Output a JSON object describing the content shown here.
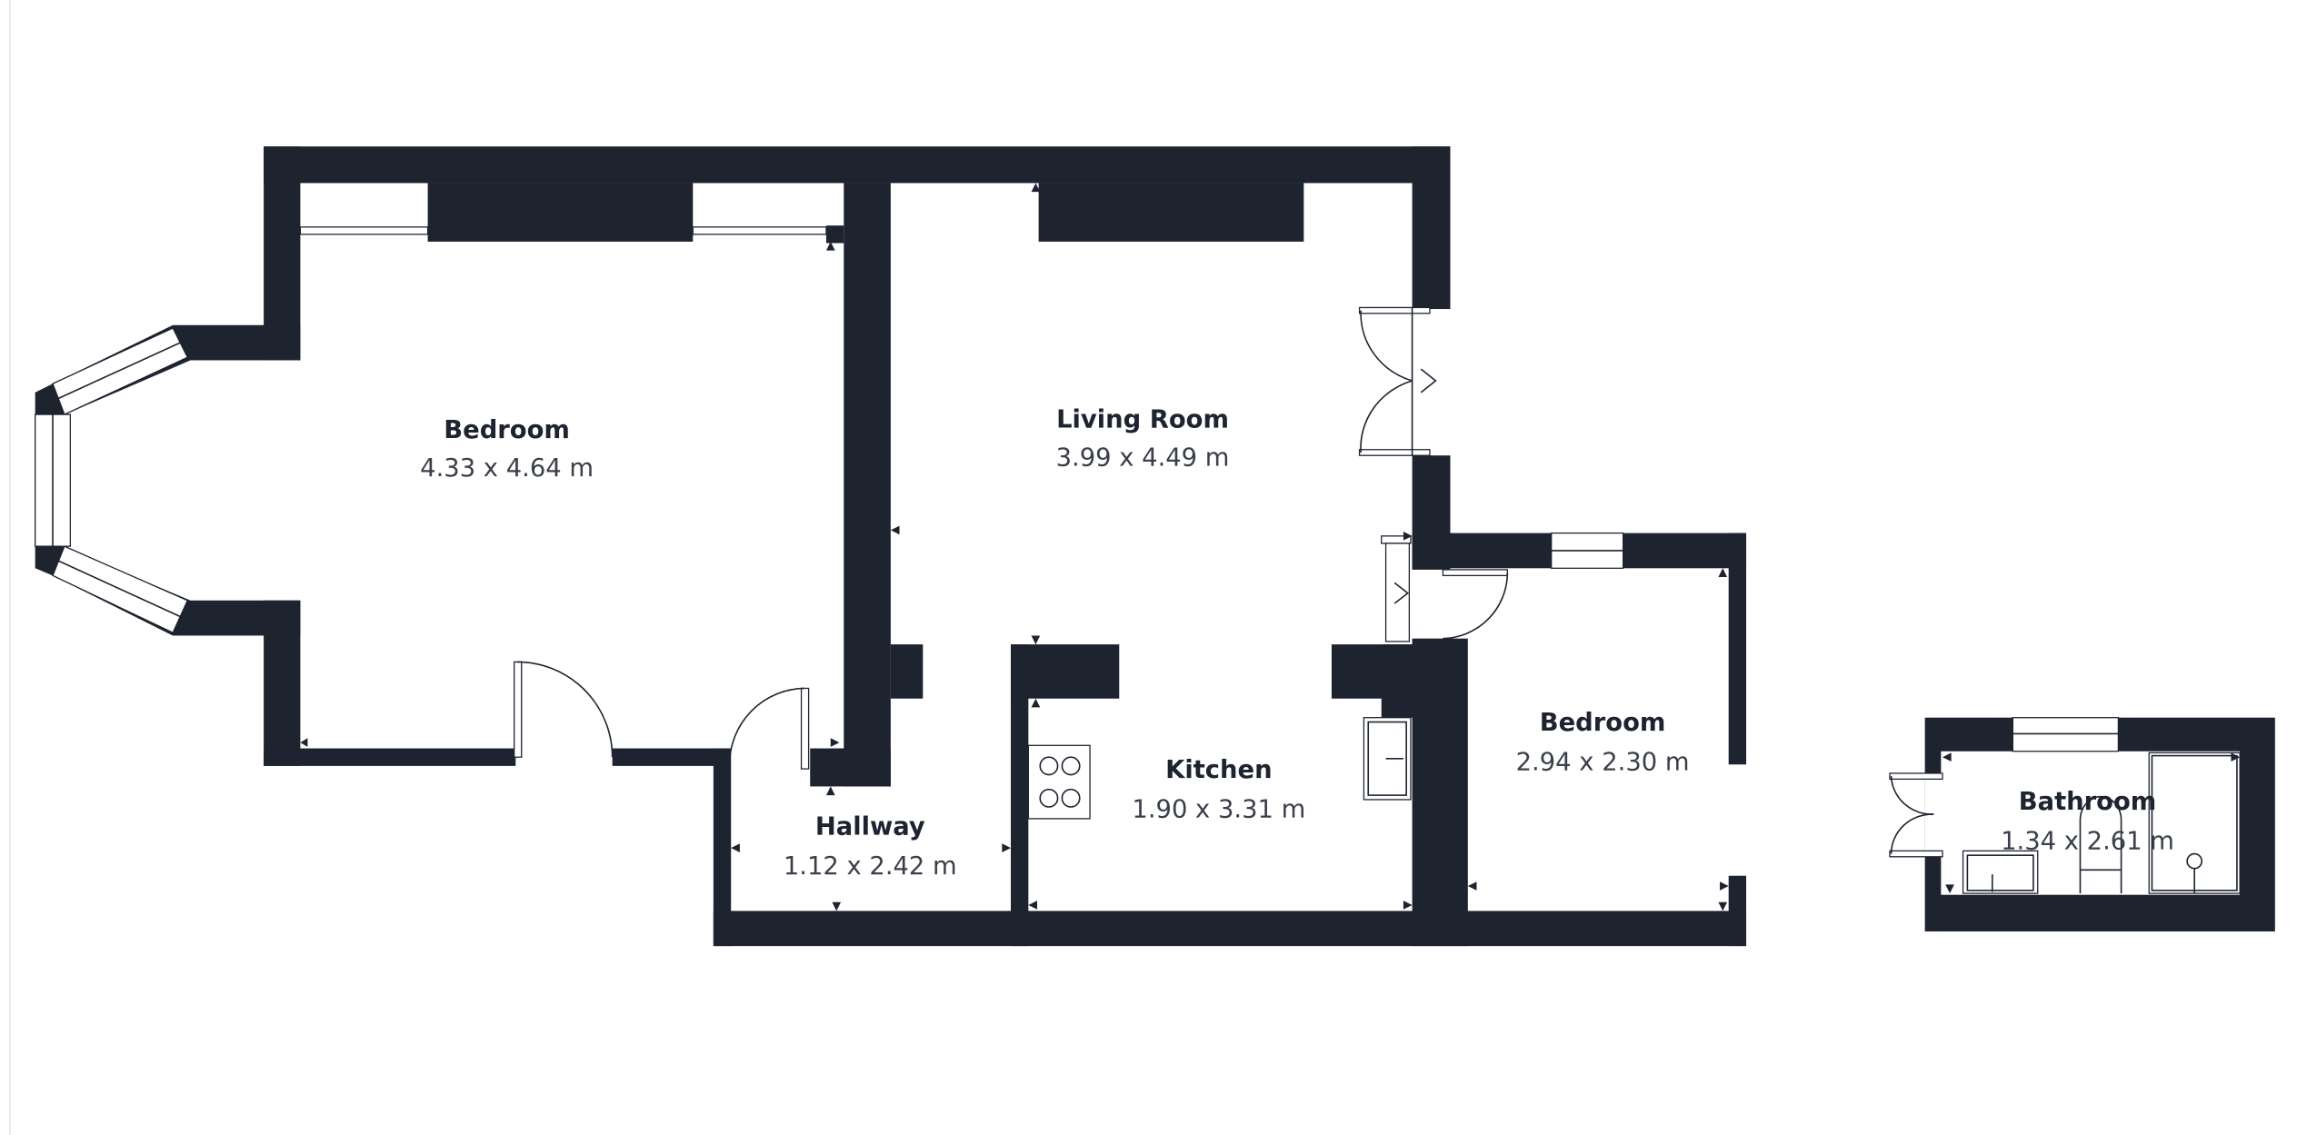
{
  "floorplan": {
    "wall_color": "#1e2330",
    "background": "#ffffff",
    "rooms": [
      {
        "id": "bedroom-1",
        "name": "Bedroom",
        "dimensions": "4.33 x 4.64 m"
      },
      {
        "id": "living-room",
        "name": "Living Room",
        "dimensions": "3.99 x 4.49 m"
      },
      {
        "id": "kitchen",
        "name": "Kitchen",
        "dimensions": "1.90 x 3.31 m"
      },
      {
        "id": "hallway",
        "name": "Hallway",
        "dimensions": "1.12 x 2.42 m"
      },
      {
        "id": "bedroom-2",
        "name": "Bedroom",
        "dimensions": "2.94 x 2.30 m"
      },
      {
        "id": "bathroom",
        "name": "Bathroom",
        "dimensions": "1.34 x 2.61 m"
      }
    ]
  }
}
